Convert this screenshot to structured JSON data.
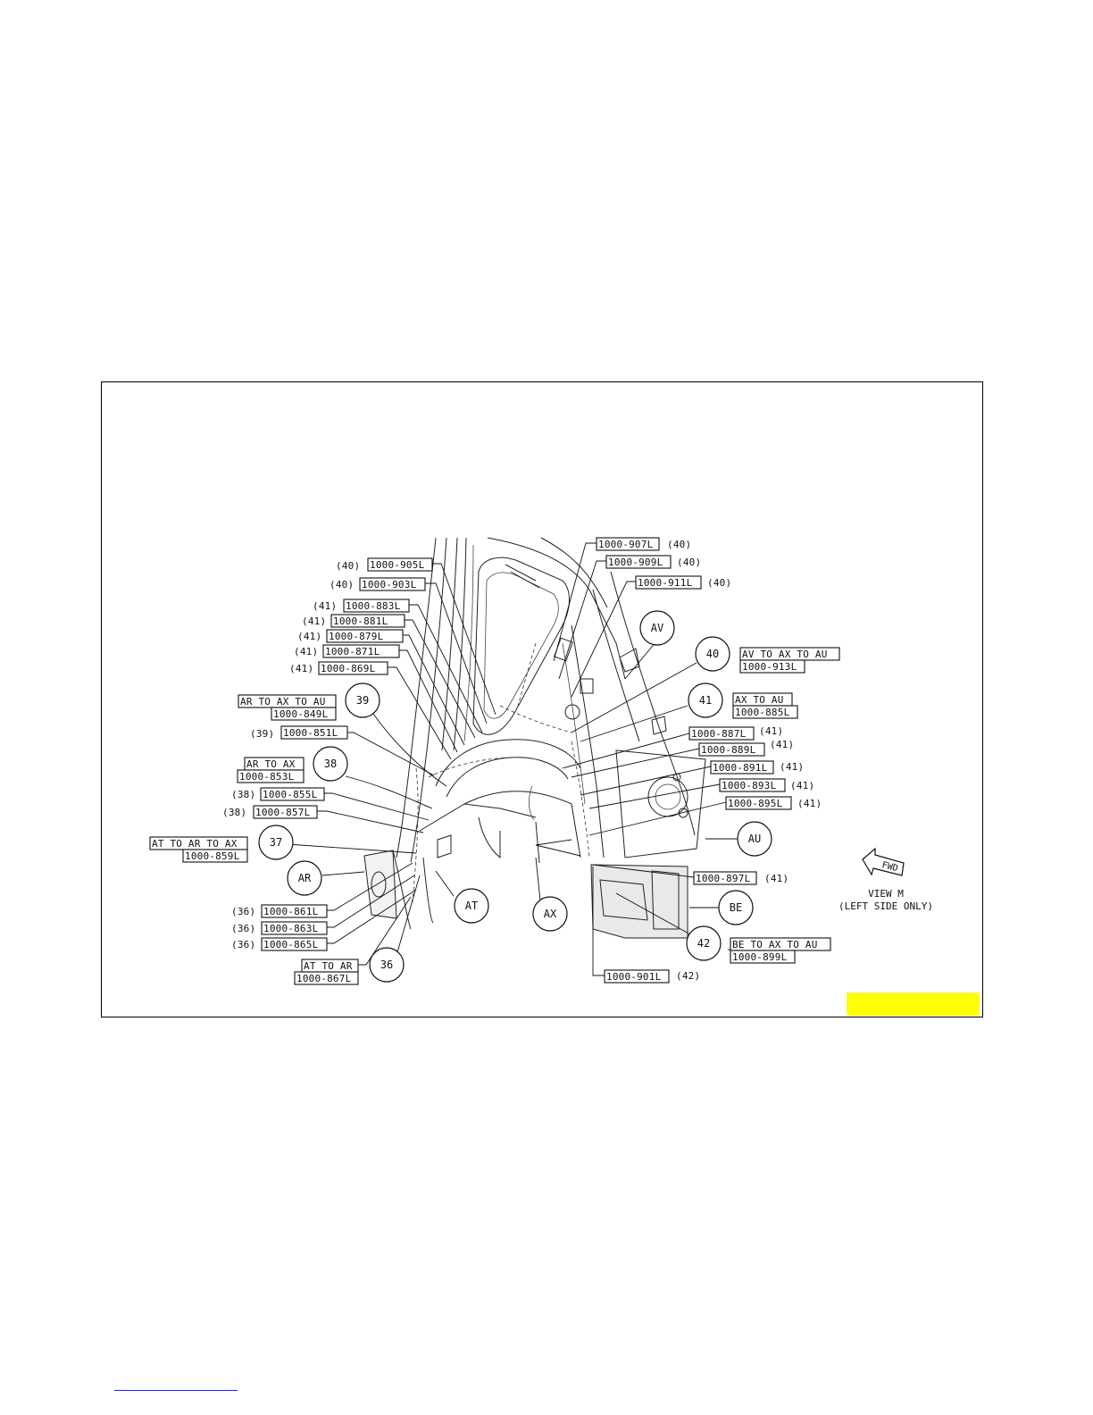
{
  "figure": {
    "view_title": "VIEW M",
    "view_subtitle": "(LEFT SIDE ONLY)",
    "arrow_label": "FWD",
    "highlight_color": "#ffff00"
  },
  "callout_circles": [
    "AV",
    "40",
    "39",
    "41",
    "38",
    "37",
    "AR",
    "AT",
    "AX",
    "36",
    "AU",
    "BE",
    "42"
  ],
  "part_labels": [
    {
      "ref": "(40)",
      "part": "1000-907L"
    },
    {
      "ref": "(40)",
      "part": "1000-909L"
    },
    {
      "ref": "(40)",
      "part": "1000-911L"
    },
    {
      "ref": "(40)",
      "part": "1000-905L"
    },
    {
      "ref": "(40)",
      "part": "1000-903L"
    },
    {
      "ref": "(41)",
      "part": "1000-883L"
    },
    {
      "ref": "(41)",
      "part": "1000-881L"
    },
    {
      "ref": "(41)",
      "part": "1000-879L"
    },
    {
      "ref": "(41)",
      "part": "1000-871L"
    },
    {
      "ref": "(41)",
      "part": "1000-869L"
    },
    {
      "ref": "(39)",
      "part": "1000-851L"
    },
    {
      "ref": "(38)",
      "part": "1000-855L"
    },
    {
      "ref": "(38)",
      "part": "1000-857L"
    },
    {
      "ref": "(36)",
      "part": "1000-861L"
    },
    {
      "ref": "(36)",
      "part": "1000-863L"
    },
    {
      "ref": "(36)",
      "part": "1000-865L"
    },
    {
      "ref": "(41)",
      "part": "1000-887L"
    },
    {
      "ref": "(41)",
      "part": "1000-889L"
    },
    {
      "ref": "(41)",
      "part": "1000-891L"
    },
    {
      "ref": "(41)",
      "part": "1000-893L"
    },
    {
      "ref": "(41)",
      "part": "1000-895L"
    },
    {
      "ref": "(41)",
      "part": "1000-897L"
    },
    {
      "ref": "(42)",
      "part": "1000-901L"
    }
  ],
  "assembly_labels": [
    {
      "joint": "AV TO AX TO AU",
      "part": "1000-913L"
    },
    {
      "joint": "AX TO AU",
      "part": "1000-885L"
    },
    {
      "joint": "AR TO AX TO AU",
      "part": "1000-849L"
    },
    {
      "joint": "AR TO AX",
      "part": "1000-853L"
    },
    {
      "joint": "AT TO AR TO AX",
      "part": "1000-859L"
    },
    {
      "joint": "AT TO AR",
      "part": "1000-867L"
    },
    {
      "joint": "BE TO AX TO AU",
      "part": "1000-899L"
    }
  ]
}
